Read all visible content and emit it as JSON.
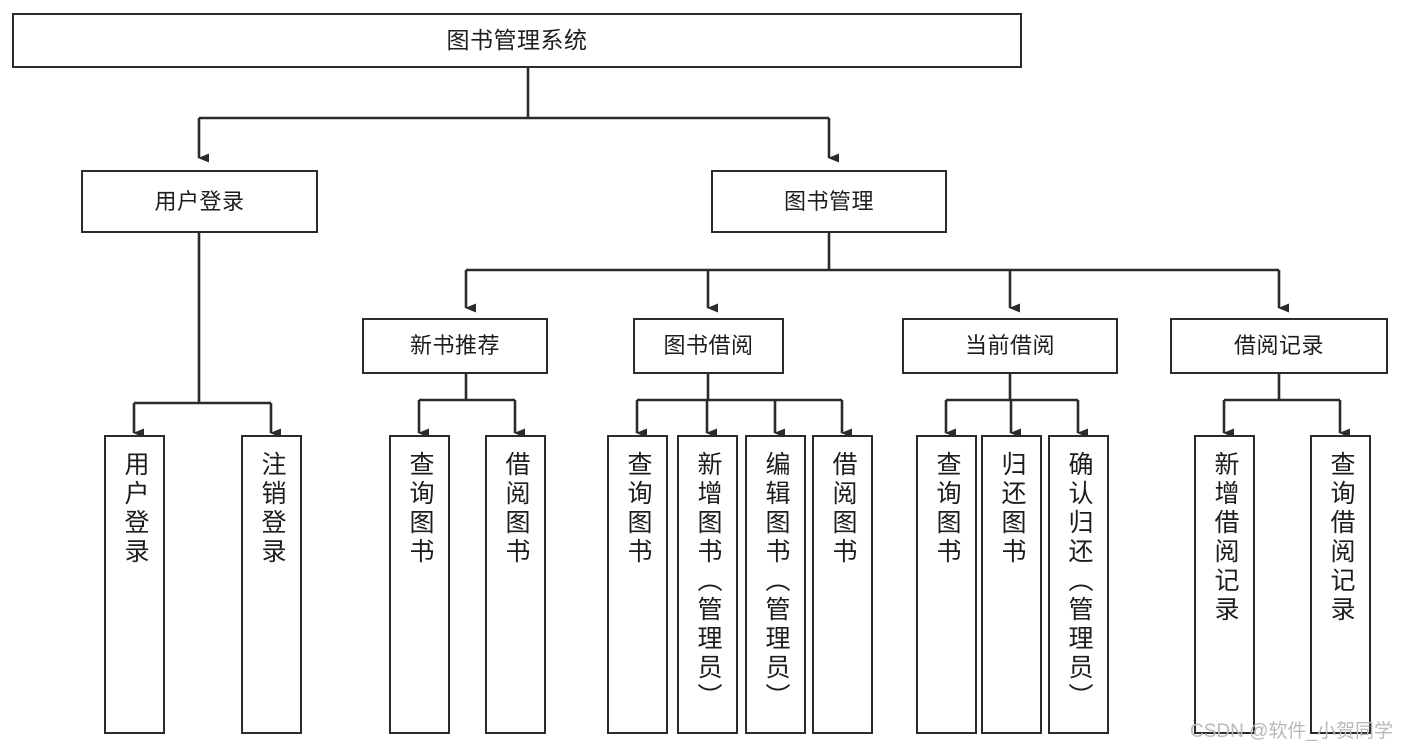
{
  "diagram": {
    "type": "tree-hierarchy",
    "title": "图书管理系统",
    "watermark": "CSDN @软件_小贺同学",
    "colors": {
      "stroke": "#2b2b2b",
      "fill": "#ffffff",
      "text": "#1d1d1d",
      "watermark": "#b9b9b9"
    },
    "nodes": {
      "root": {
        "label": "图书管理系统"
      },
      "level1": [
        {
          "label": "用户登录"
        },
        {
          "label": "图书管理"
        }
      ],
      "level2": [
        {
          "label": "新书推荐"
        },
        {
          "label": "图书借阅"
        },
        {
          "label": "当前借阅"
        },
        {
          "label": "借阅记录"
        }
      ],
      "leaves": {
        "user_login": [
          {
            "label": "用户登录"
          },
          {
            "label": "注销登录"
          }
        ],
        "new_book_recommend": [
          {
            "label": "查询图书"
          },
          {
            "label": "借阅图书"
          }
        ],
        "book_borrow": [
          {
            "label": "查询图书"
          },
          {
            "label": "新增图书（管理员）"
          },
          {
            "label": "编辑图书（管理员）"
          },
          {
            "label": "借阅图书"
          }
        ],
        "current_borrow": [
          {
            "label": "查询图书"
          },
          {
            "label": "归还图书"
          },
          {
            "label": "确认归还（管理员）"
          }
        ],
        "borrow_record": [
          {
            "label": "新增借阅记录"
          },
          {
            "label": "查询借阅记录"
          }
        ]
      }
    }
  }
}
